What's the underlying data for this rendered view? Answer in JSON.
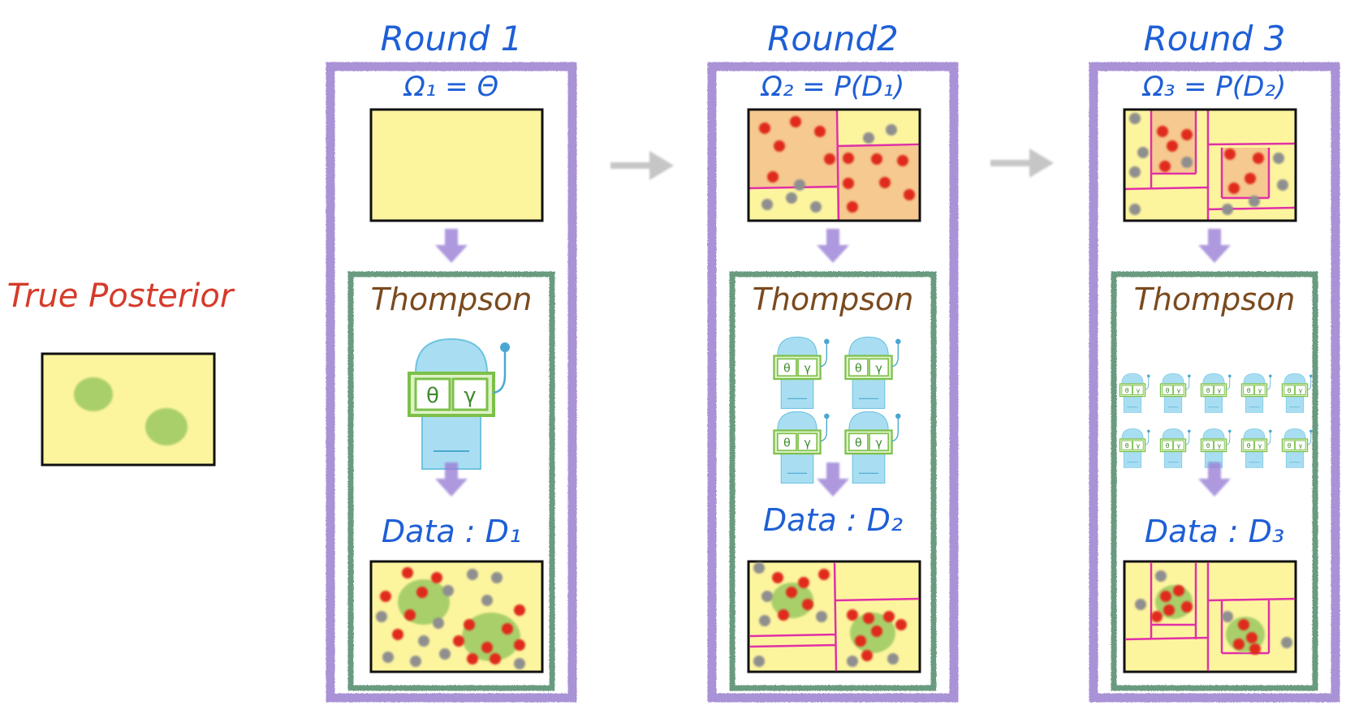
{
  "true_posterior": {
    "label": "True Posterior"
  },
  "rounds": [
    {
      "title": "Round 1",
      "omega_label": "Ω₁ = Θ",
      "method_label": "Thompson",
      "machine_count": 1,
      "data_label": "Data : D₁",
      "reel_symbols": [
        "θ",
        "γ"
      ]
    },
    {
      "title": "Round2",
      "omega_label": "Ω₂ = P(D₁)",
      "method_label": "Thompson",
      "machine_count": 4,
      "data_label": "Data : D₂",
      "reel_symbols": [
        "θ",
        "γ"
      ]
    },
    {
      "title": "Round 3",
      "omega_label": "Ω₃ = P(D₂)",
      "method_label": "Thompson",
      "machine_count": 10,
      "data_label": "Data : D₃",
      "reel_symbols": [
        "θ",
        "γ"
      ]
    }
  ],
  "colors": {
    "round_title": "#1e5fd6",
    "omega": "#1e5fd6",
    "thompson": "#7a4a1e",
    "data": "#1e5fd6",
    "true_posterior": "#d63a2a",
    "outer_frame": "#9b7fd0",
    "inner_frame": "#4f8a6a",
    "region_fill": "#fdf59e",
    "explored_fill": "#f5c98f",
    "partition": "#e030a8",
    "blob": "#a9cf6a",
    "point_red": "#e0291c",
    "point_grey": "#8f8f8f",
    "machine_body": "#a9def2",
    "machine_reel": "#7cc04a",
    "arrow_down": "#9a7fd6",
    "arrow_next": "#b3b3b3"
  }
}
